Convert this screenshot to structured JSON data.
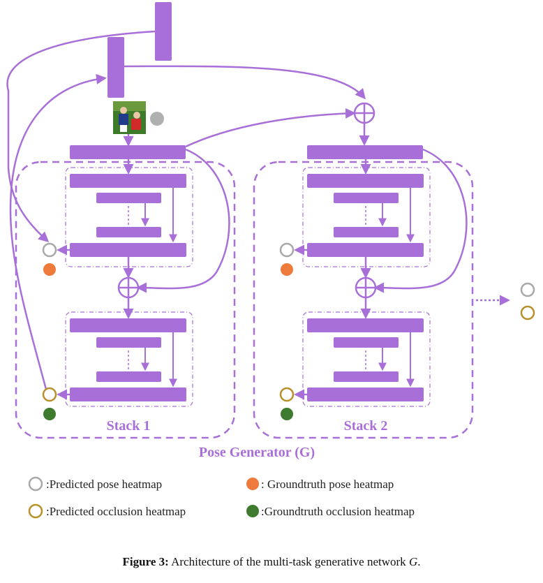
{
  "colors": {
    "purple": "#a86fd8",
    "purple_dark": "#9b5fd0",
    "gray": "#a8a8a8",
    "gold": "#b8902a",
    "orange": "#ee7a3b",
    "green": "#3e7b2e"
  },
  "diagram": {
    "stack1_label": "Stack 1",
    "stack2_label": "Stack 2",
    "generator_label": "Pose Generator (G)"
  },
  "legend": {
    "pred_pose": ":Predicted pose heatmap",
    "gt_pose": ": Groundtruth pose heatmap",
    "pred_occ": ":Predicted occlusion heatmap",
    "gt_occ": ":Groundtruth occlusion heatmap"
  },
  "caption": {
    "prefix": "Figure 3:",
    "text": " Architecture of the multi-task generative network ",
    "symbol": "G",
    "suffix": "."
  }
}
